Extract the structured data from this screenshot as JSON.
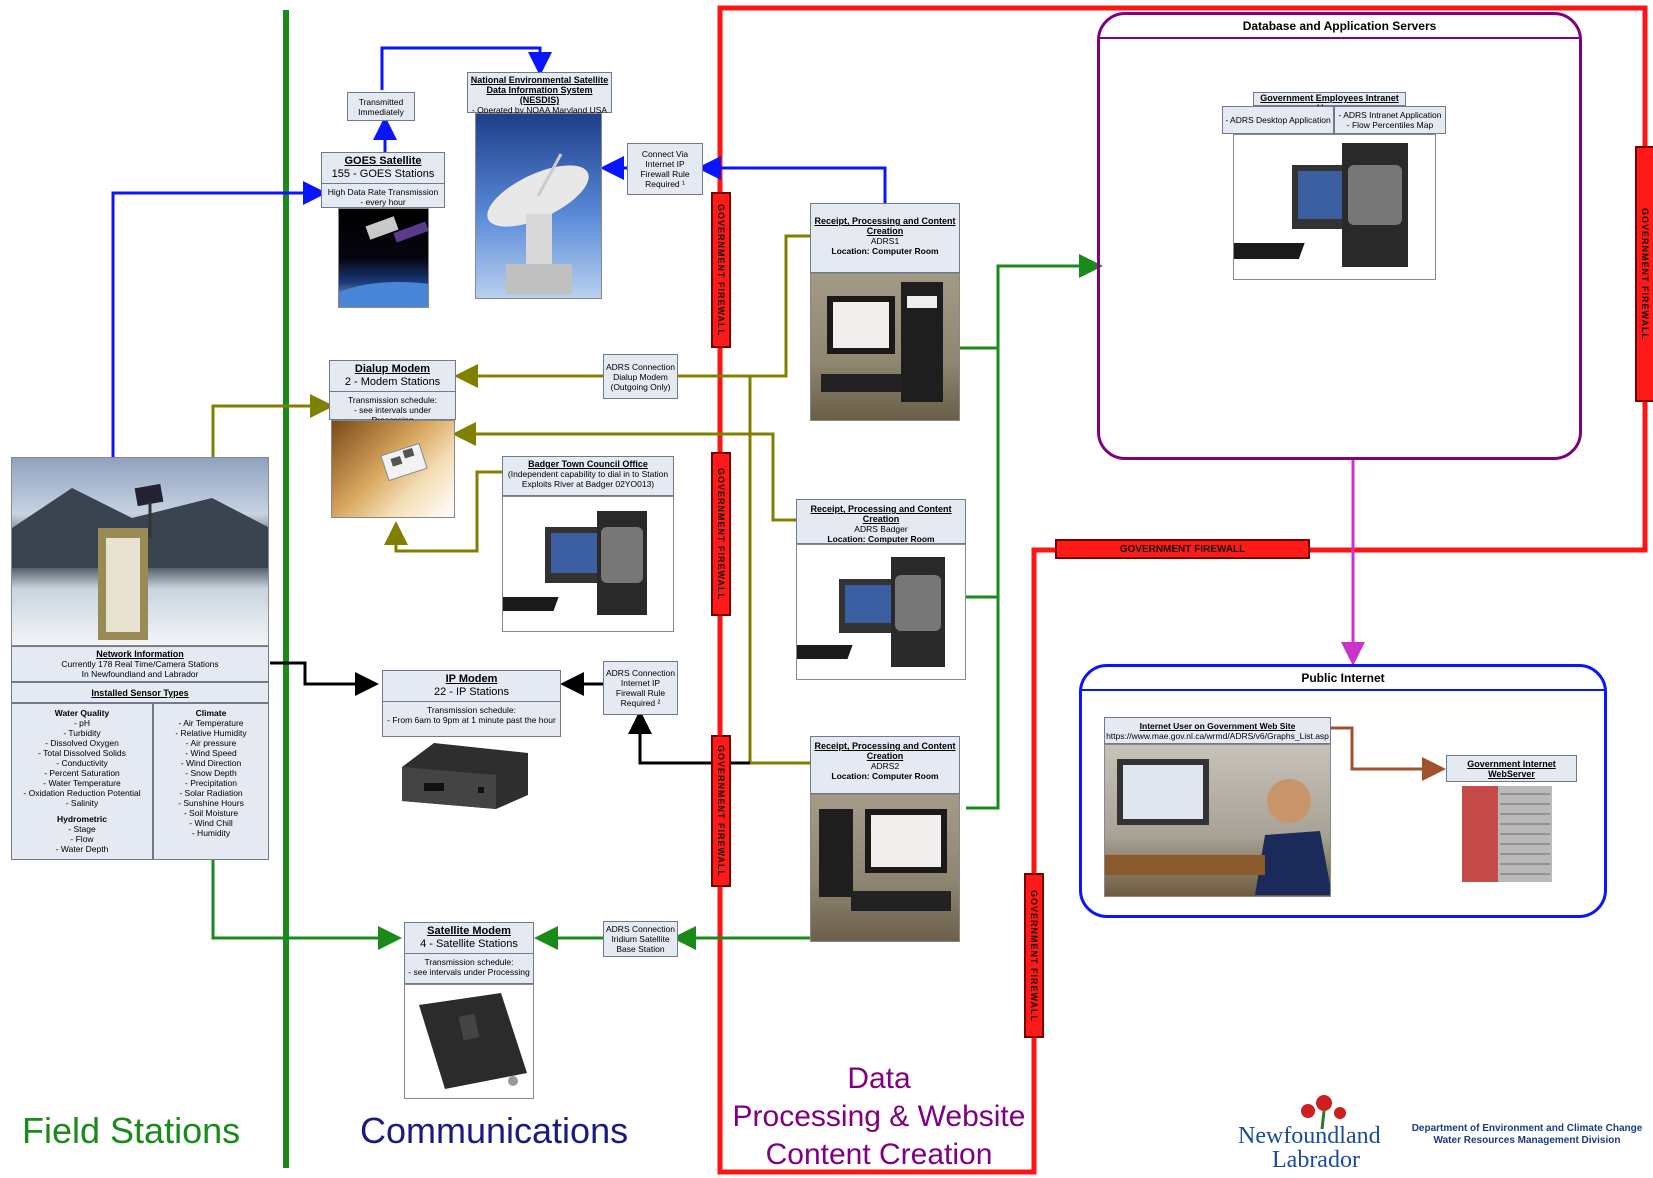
{
  "sections": {
    "field_stations": "Field Stations",
    "communications": "Communications",
    "processing": "Data\nProcessing & Website\nContent Creation"
  },
  "goes": {
    "title": "GOES Satellite",
    "stations": "155 - GOES Stations",
    "detail": "High Data Rate Transmission\n- every hour"
  },
  "transmitted": "Transmitted\nImmediately",
  "nesdis": {
    "title": "National Environmental Satellite\nData Information System (NESDIS)",
    "detail": "- Operated by NOAA Maryland USA"
  },
  "connect_via": "Connect Via\nInternet IP\nFirewall Rule\nRequired ¹",
  "dialup": {
    "title": "Dialup Modem",
    "stations": "2 - Modem Stations",
    "detail": "Transmission schedule:\n- see intervals under Processing"
  },
  "adrs_dialup": "ADRS Connection\nDialup Modem\n(Outgoing Only)",
  "badger_office": {
    "title": "Badger Town Council Office",
    "detail": "(Independent capability to dial in to Station\nExploits River at Badger 02YO013)"
  },
  "ip_modem": {
    "title": "IP Modem",
    "stations": "22 - IP Stations",
    "detail": "Transmission schedule:\n- From 6am to 9pm at 1 minute past the hour"
  },
  "adrs_ip": "ADRS Connection\nInternet IP\nFirewall Rule\nRequired ²",
  "sat_modem": {
    "title": "Satellite Modem",
    "stations": "4 - Satellite Stations",
    "detail": "Transmission schedule:\n- see intervals under Processing"
  },
  "adrs_iridium": "ADRS Connection\nIridium Satellite\nBase Station",
  "network": {
    "title": "Network Information",
    "detail": "Currently 178 Real Time/Camera Stations\nIn Newfoundland and Labrador"
  },
  "sensor_types": "Installed Sensor Types",
  "water_quality": {
    "title": "Water Quality",
    "items": [
      "- pH",
      "- Turbidity",
      "- Dissolved Oxygen",
      "- Total Dissolved Solids",
      "- Conductivity",
      "- Percent Saturation",
      "- Water Temperature",
      "- Oxidation Reduction Potential",
      "- Salinity"
    ]
  },
  "hydrometric": {
    "title": "Hydrometric",
    "items": [
      "- Stage",
      "- Flow",
      "- Water Depth"
    ]
  },
  "climate": {
    "title": "Climate",
    "items": [
      "- Air Temperature",
      "- Relative Humidity",
      "- Air pressure",
      "- Wind Speed",
      "- Wind Direction",
      "- Snow Depth",
      "- Precipitation",
      "- Solar Radiation",
      "- Sunshine Hours",
      "- Soil Moisture",
      "- Wind Chill",
      "- Humidity"
    ]
  },
  "adrs1": {
    "title": "Receipt, Processing and Content Creation",
    "name": "ADRS1",
    "location": "Location: Computer Room"
  },
  "adrs_badger": {
    "title": "Receipt, Processing and Content Creation",
    "name": "ADRS Badger",
    "location": "Location: Computer Room"
  },
  "adrs2": {
    "title": "Receipt, Processing and Content Creation",
    "name": "ADRS2",
    "location": "Location: Computer Room"
  },
  "firewall": "GOVERNMENT FIREWALL",
  "db_servers": {
    "title": "Database and Application Servers",
    "intranet_title": "Government Employees Intranet Users",
    "desktop_app": "- ADRS Desktop Application",
    "intranet_app": "- ADRS Intranet Application\n- Flow Percentiles Map"
  },
  "public_internet": {
    "title": "Public Internet",
    "user_title": "Internet User on Government Web Site",
    "url": "https://www.mae.gov.nl.ca/wrmd/ADRS/v6/Graphs_List.asp",
    "webserver": "Government Internet\nWebServer"
  },
  "logo": {
    "text1": "Newfoundland",
    "text2": "Labrador",
    "dept1": "Department of Environment and Climate Change",
    "dept2": "Water Resources Management Division"
  },
  "colors": {
    "green": "#1a8a1a",
    "blue": "#0a14ff",
    "red": "#ff1414",
    "olive": "#808000",
    "purple": "#800080",
    "magenta": "#cc33cc",
    "navy": "#1a1a80"
  }
}
